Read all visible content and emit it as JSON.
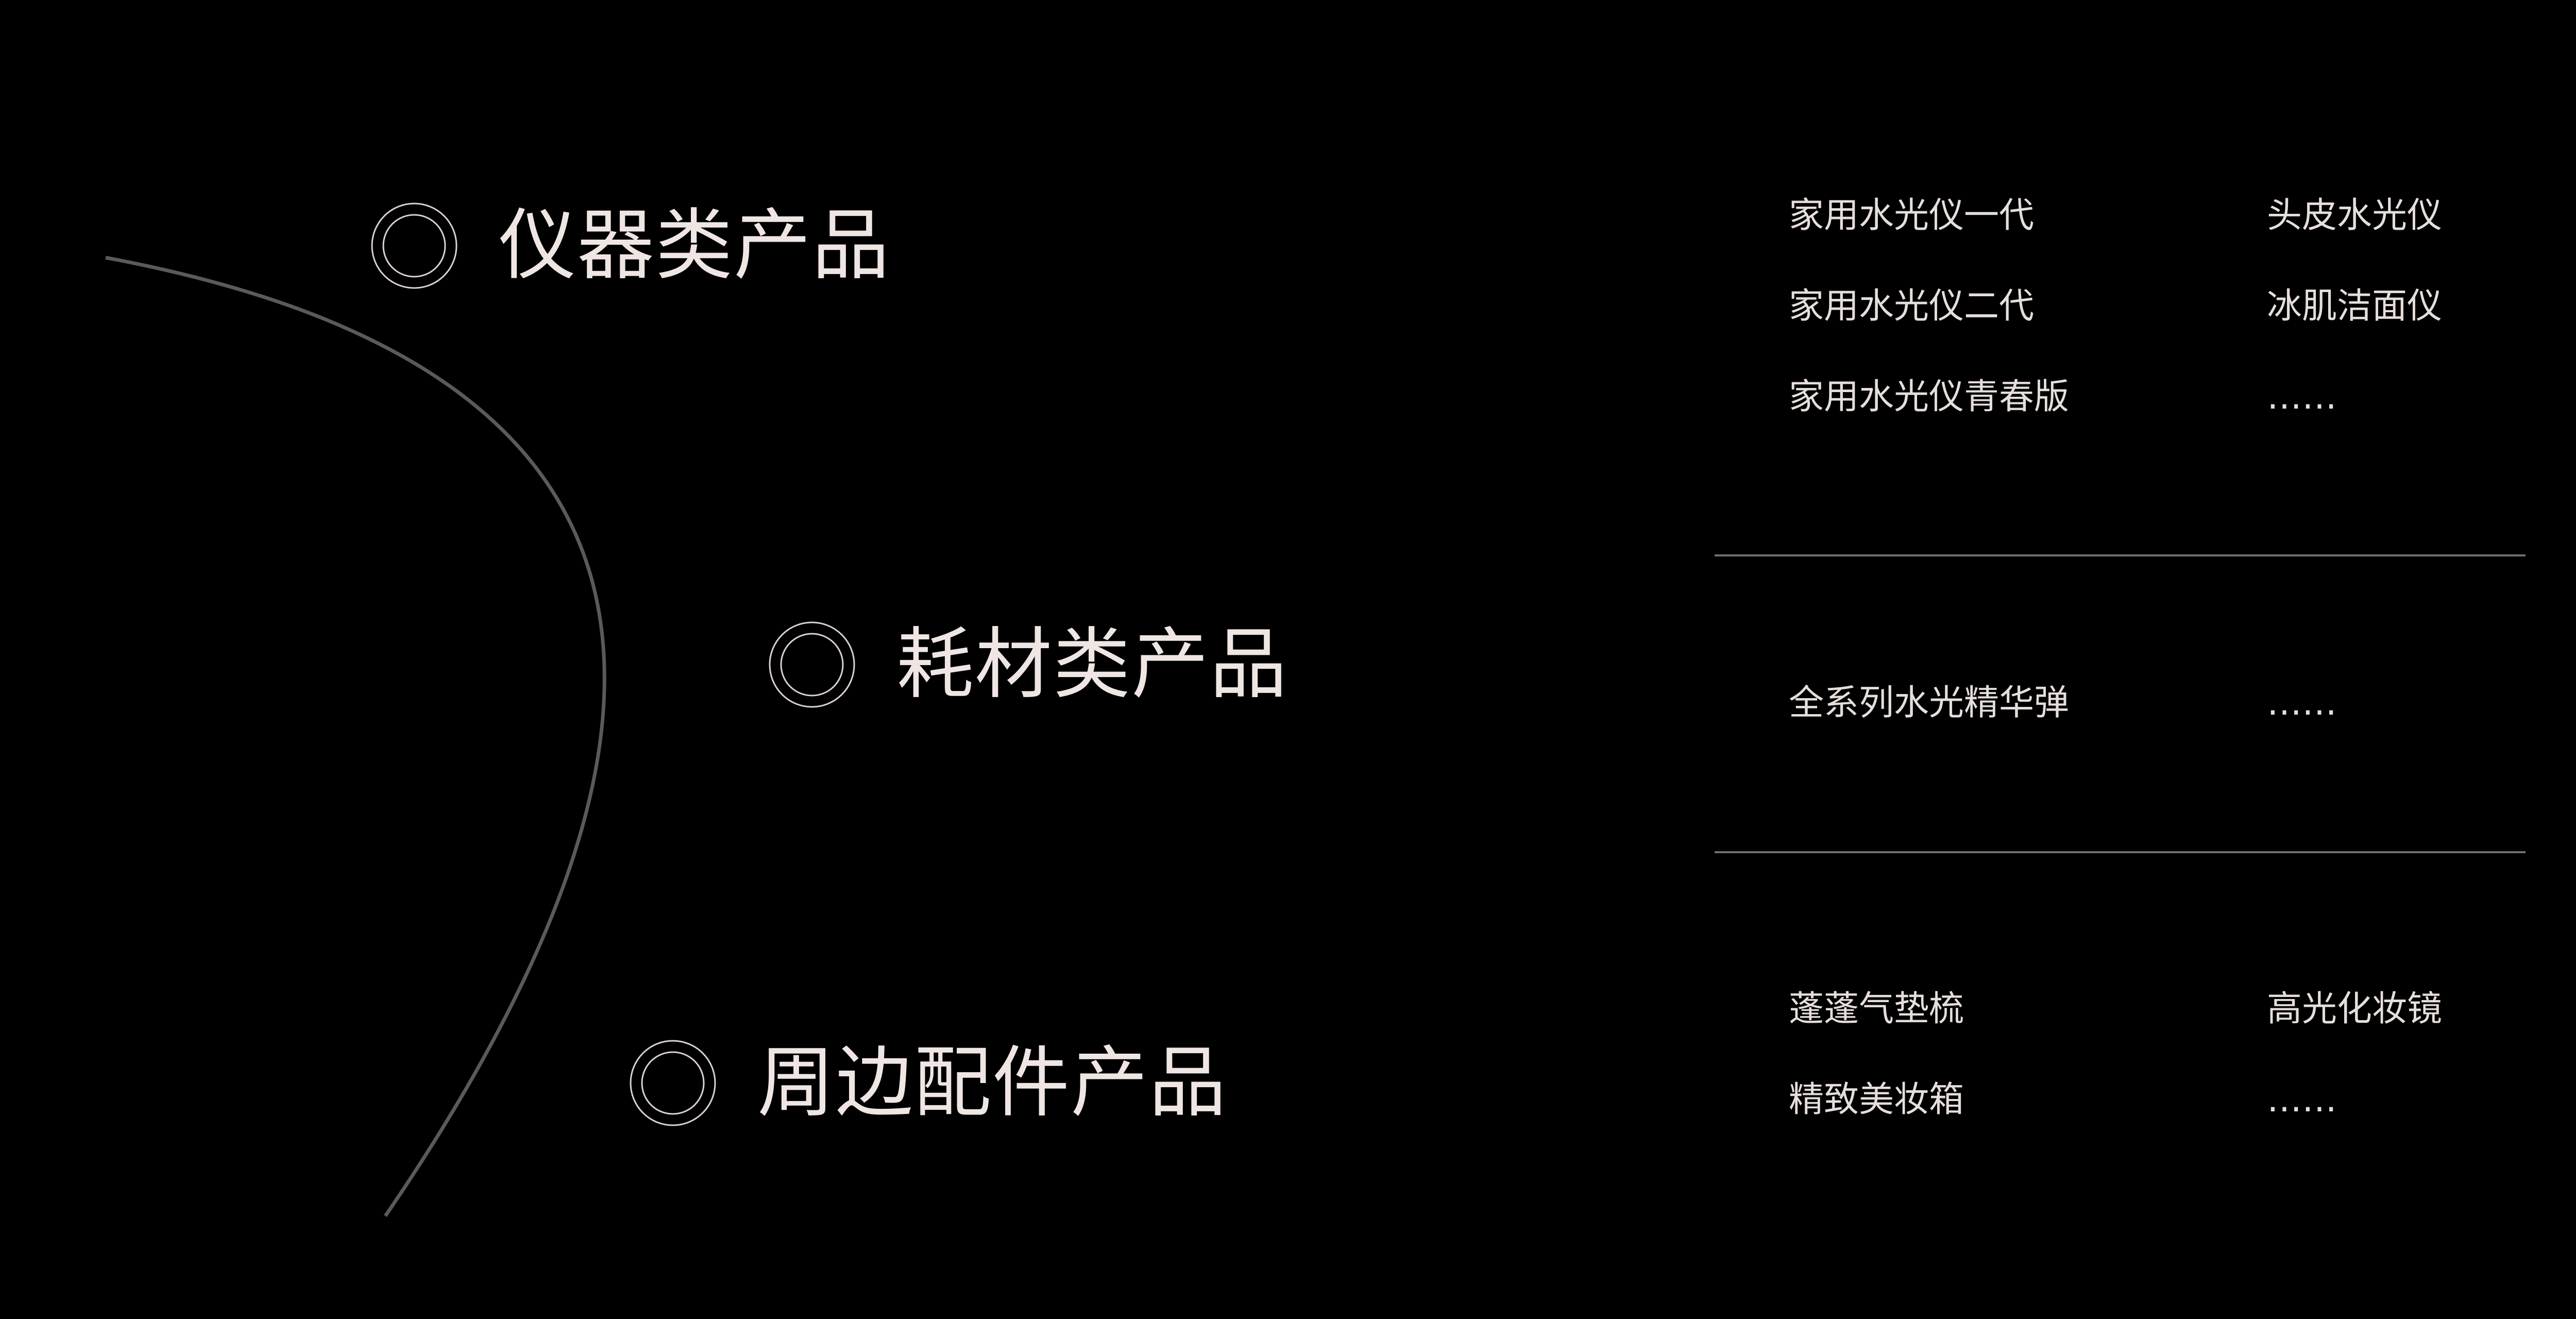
{
  "colors": {
    "background": "#000000",
    "title_text": "#EFE6E3",
    "item_text": "#E6DEDB",
    "curve": "#5A5A5A",
    "divider": "#6F6F6F",
    "ring": "#DCD2CF"
  },
  "categories": [
    {
      "title": "仪器类产品",
      "icon": "double-ring-icon"
    },
    {
      "title": "耗材类产品",
      "icon": "double-ring-icon"
    },
    {
      "title": "周边配件产品",
      "icon": "double-ring-icon"
    }
  ],
  "groups": [
    {
      "items": [
        "家用水光仪一代",
        "头皮水光仪",
        "家用水光仪二代",
        "冰肌洁面仪",
        "家用水光仪青春版",
        "……"
      ]
    },
    {
      "items": [
        "全系列水光精华弹",
        "……"
      ]
    },
    {
      "items": [
        "蓬蓬气垫梳",
        "高光化妆镜",
        "精致美妆箱",
        "……"
      ]
    }
  ]
}
